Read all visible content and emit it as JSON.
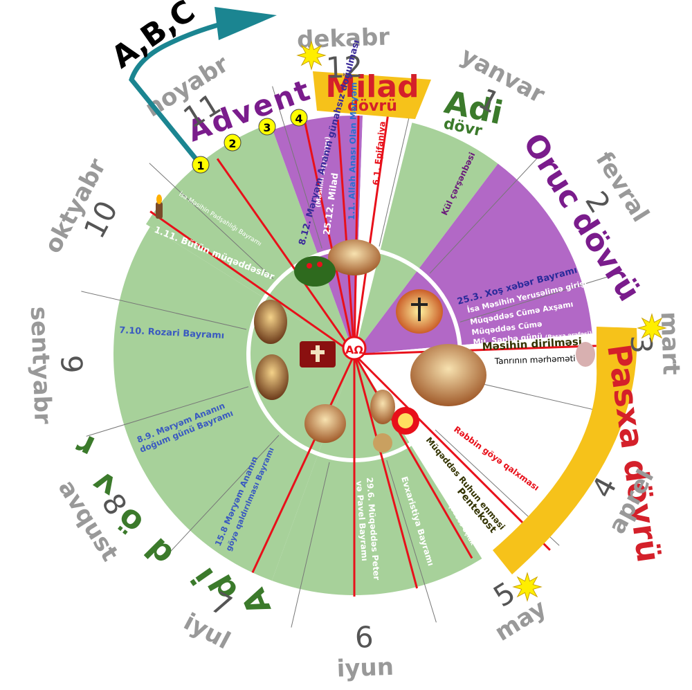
{
  "top_arrow_label": "A,B,C",
  "months": [
    {
      "name": "yanvar",
      "num": "1"
    },
    {
      "name": "fevral",
      "num": "2"
    },
    {
      "name": "mart",
      "num": "3"
    },
    {
      "name": "aprel",
      "num": "4"
    },
    {
      "name": "may",
      "num": "5"
    },
    {
      "name": "iyun",
      "num": "6"
    },
    {
      "name": "iyul",
      "num": "7"
    },
    {
      "name": "avqust",
      "num": "8"
    },
    {
      "name": "sentyabr",
      "num": "9"
    },
    {
      "name": "oktyabr",
      "num": "10"
    },
    {
      "name": "noyabr",
      "num": "11"
    },
    {
      "name": "dekabr",
      "num": "12"
    }
  ],
  "seasons": {
    "advent": "Advent",
    "milad_1": "Milad",
    "milad_2": "dövrü",
    "adi_1": "Adi",
    "adi_2": "dövr",
    "oruc": "Oruc dövrü",
    "pasxa": "Pasxa dövrü",
    "adi_big": "A d i  d ö v r"
  },
  "advent_sundays": [
    "1",
    "2",
    "3",
    "4"
  ],
  "feasts": {
    "mesihin_dogulmasi": "25.12. Milad",
    "mesihin_dogulmasi_sub": "(Məsihin doğulması)",
    "meryem_gunahsiz": "8.12. Məryəm Ananın günahsız doğulması",
    "allah_anasi": "1.1. Allah Anası Olan Məryəm",
    "epifaniya": "6.1. Epifaniya",
    "kul": "Kül çərşənbəsi",
    "xos_xeber": "25.3. Xoş xəbər Bayramı",
    "yerusalim": "İsa Məsihin Yerusəlimə girişi",
    "cume_axsami": "Müqəddəs Cümə Axşamı",
    "cume": "Müqəddəs Cümə",
    "senbe": "Mü. Şənbə günü",
    "senbe_sub": "(Pasxa ərəfəsi)",
    "dirilme": "Məsihin dirilməsi",
    "merhemet": "Tanrının mərhəməti",
    "goye_qalxma": "Rəbbin göyə qalxması",
    "ruhun": "Müqəddəs Ruhun enməsi",
    "pentekost": "Pentekost",
    "ucluk": "Müqəddəs Üçlük",
    "evxaristiya": "Evxaristiya Bayramı",
    "peter_1": "29.6. Müqəddəs Peter",
    "peter_2": "və Pavel Bayramı",
    "goye_qaldirilma_1": "15.8 Məryəm Ananın",
    "goye_qaldirilma_2": "göyə qaldırılması Bayramı",
    "dogum_1": "8.9. Məryəm Ananın",
    "dogum_2": "doğum günü Bayramı",
    "rozari": "7.10. Rozari Bayramı",
    "butun": "1.11. Bütün müqəddəslər",
    "padsahligi": "İsa Məsihin Padşahlığı Bayramı"
  },
  "center_symbol": "AΩ",
  "colors": {
    "green": "#a7d19a",
    "purple": "#b268c6",
    "gold": "#f6c21a",
    "red": "#e8101a",
    "teal": "#1b8591",
    "dark_green": "#3b7a2b",
    "season_purple": "#7a1c8c",
    "season_red": "#d4202a"
  }
}
